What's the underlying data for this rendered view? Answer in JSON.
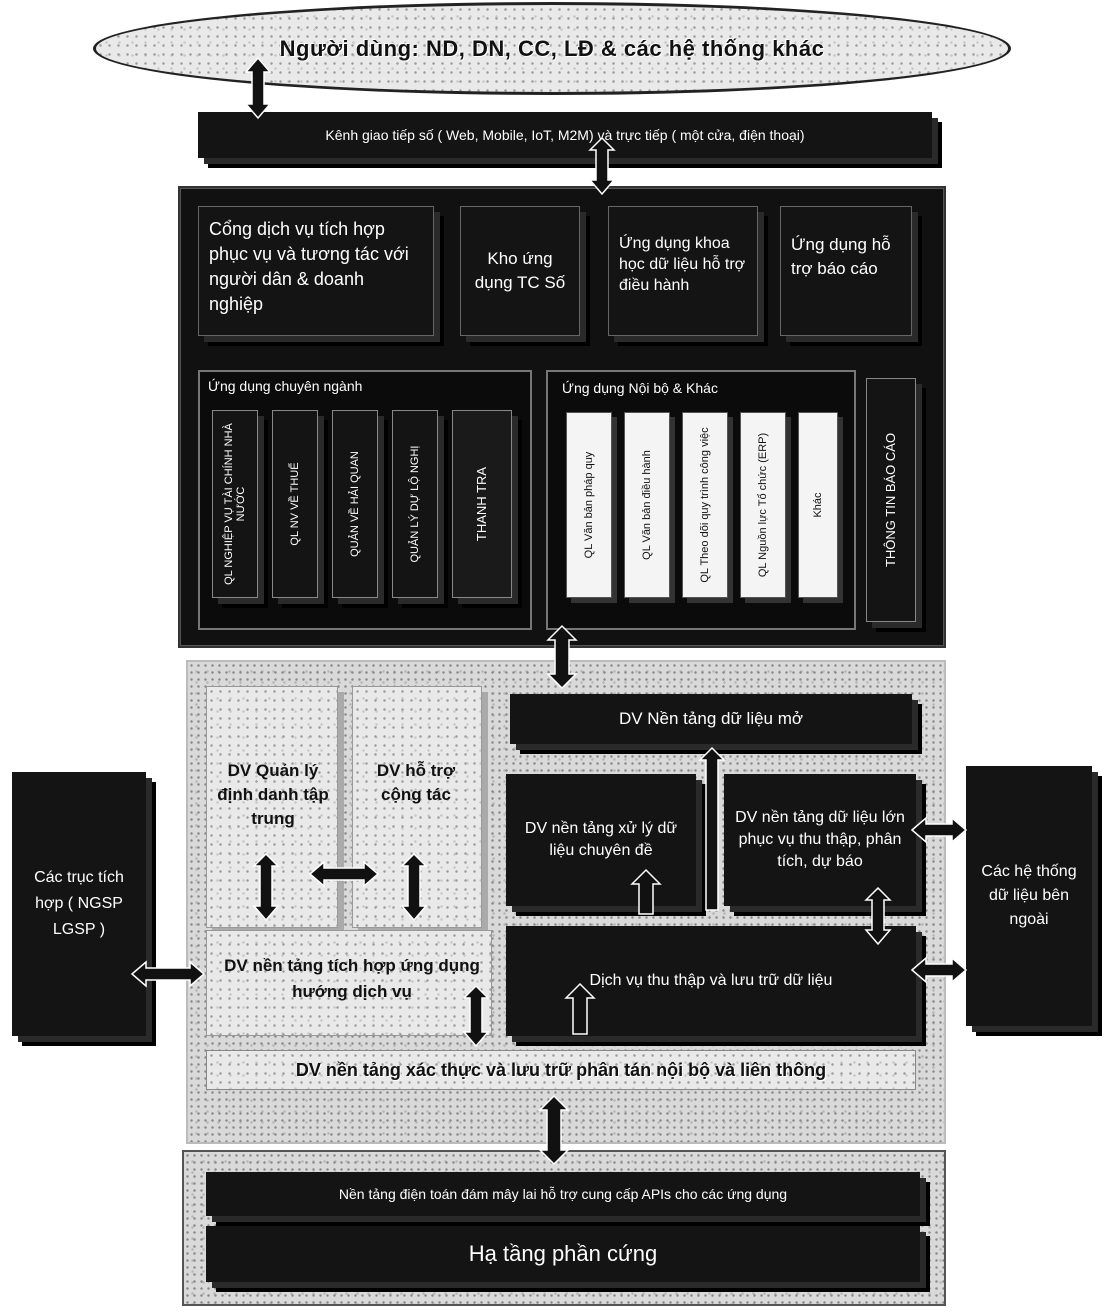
{
  "users_ellipse": "Người dùng: ND, DN, CC, LĐ & các hệ thống khác",
  "channel_bar": "Kênh giao tiếp số ( Web, Mobile, IoT, M2M) và trực tiếp ( một cửa, điện thoại)",
  "top_apps": {
    "portal": "Cổng dịch vụ tích hợp phục vụ và tương tác với người dân & doanh nghiệp",
    "app_store": "Kho ứng dụng TC Số",
    "data_science": "Ứng dụng khoa học dữ liệu hỗ trợ điều hành",
    "report_app": "Ứng dụng hỗ trợ báo cáo"
  },
  "specialized": {
    "title": "Ứng dụng chuyên ngành",
    "items": [
      "QL NGHIỆP VỤ TÀI CHÍNH NHÀ NƯỚC",
      "QL NV VỀ THUẾ",
      "QUẢN VỀ HẢI QUAN",
      "QUẢN LÝ DỰ LỘ NGHỊ",
      "THANH TRA"
    ]
  },
  "internal": {
    "title": "Ứng dụng Nội bộ & Khác",
    "items": [
      "QL Văn bản pháp quy",
      "QL Văn bản điều hành",
      "QL Theo dõi quy trình công việc",
      "QL Nguồn lực Tổ chức (ERP)",
      "Khác"
    ]
  },
  "report_info": "THÔNG TIN BÁO CÁO",
  "platform": {
    "identity": "DV Quản lý định danh tập trung",
    "collab": "DV hỗ trợ cộng tác",
    "open_data": "DV Nền tảng dữ liệu mở",
    "special_data": "DV nền tảng xử lý dữ liệu chuyên đề",
    "big_data": "DV nền tảng dữ liệu lớn phục vụ thu thập, phân tích, dự báo",
    "soa": "DV nền tảng tích hợp ứng dụng hướng dịch vụ",
    "collect": "Dịch vụ thu thập và lưu trữ dữ liệu",
    "auth": "DV nền tảng xác thực và lưu trữ phân tán nội bộ và liên thông"
  },
  "left_side": "Các trục tích hợp ( NGSP LGSP )",
  "right_side": "Các hệ thống dữ liệu bên ngoài",
  "cloud": "Nền tảng điện toán đám mây lai hỗ trợ cung cấp APIs cho các ứng dụng",
  "hardware": "Hạ tầng phần cứng"
}
